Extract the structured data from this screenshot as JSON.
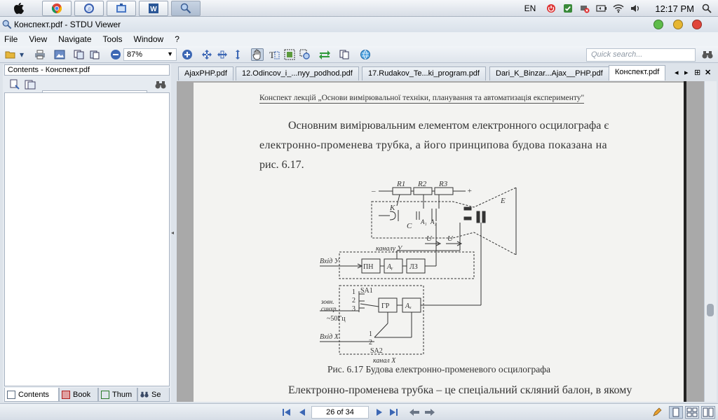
{
  "taskbar": {
    "apps": [
      {
        "name": "apple-menu",
        "glyph": ""
      },
      {
        "name": "chrome",
        "glyph": "◉"
      },
      {
        "name": "itunes",
        "glyph": "◎"
      },
      {
        "name": "file-manager",
        "glyph": "▣"
      },
      {
        "name": "word",
        "glyph": "W"
      },
      {
        "name": "stdu-viewer",
        "glyph": "⌕"
      }
    ],
    "lang": "EN",
    "clock": "12:17 PM"
  },
  "window": {
    "title": "Конспект.pdf - STDU Viewer"
  },
  "menu": [
    "File",
    "View",
    "Navigate",
    "Tools",
    "Window",
    "?"
  ],
  "toolbar": {
    "zoom": "87%",
    "quick_search_placeholder": "Quick search..."
  },
  "sidebar": {
    "title": "Contents - Конспект.pdf",
    "tabs": [
      "Contents",
      "Book",
      "Thum",
      "Se"
    ]
  },
  "doc_tabs": [
    "AjaxPHP.pdf",
    "12.Odincov_i_...nyy_podhod.pdf",
    "17.Rudakov_Te...ki_program.pdf",
    "Dari_K_Binzar...Ajax__PHP.pdf",
    "Конспект.pdf"
  ],
  "document": {
    "header": "Конспект лекцій „Основи вимірювальної техніки, планування та автоматизація експерименту\"",
    "para1_line1": "Основним вимірювальним елементом електронного осцилографа є",
    "para1_line2": "електронно-променева трубка, а його принципова будова показана на",
    "para1_line3": "рис. 6.17.",
    "caption": "Рис. 6.17 Будова електронно-променевого осцилографа",
    "para2_line1": "Електронно-променева трубка – це спеціальний скляний балон, в якому",
    "circuit": {
      "r1": "R1",
      "r2": "R2",
      "r3": "R3",
      "minus": "–",
      "plus": "+",
      "k": "K",
      "c": "C",
      "a1": "A₁",
      "a2": "A₂",
      "uy": "U",
      "ux": "U",
      "screen": "E",
      "channel_y": "каналу У",
      "input_y": "Вхід У",
      "pn": "ПН",
      "ay": "Aᵧ",
      "lz": "ЛЗ",
      "sa1": "SA1",
      "sa1_1": "1",
      "sa1_2": "2",
      "sa1_3": "3",
      "ext_sync_1": "зовн.",
      "ext_sync_2": "синхр.",
      "freq": "~50Гц",
      "gr": "ГР",
      "ax": "Aₓ",
      "input_x": "Вхід X",
      "sa2": "SA2",
      "sa2_1": "1",
      "sa2_2": "2",
      "channel_x": "канал X"
    }
  },
  "status": {
    "page": "26 of 34"
  },
  "colors": {
    "accent": "#3c67b4",
    "win_close": "#e0453a",
    "win_min": "#e6b632",
    "win_max": "#5ebc4a"
  }
}
